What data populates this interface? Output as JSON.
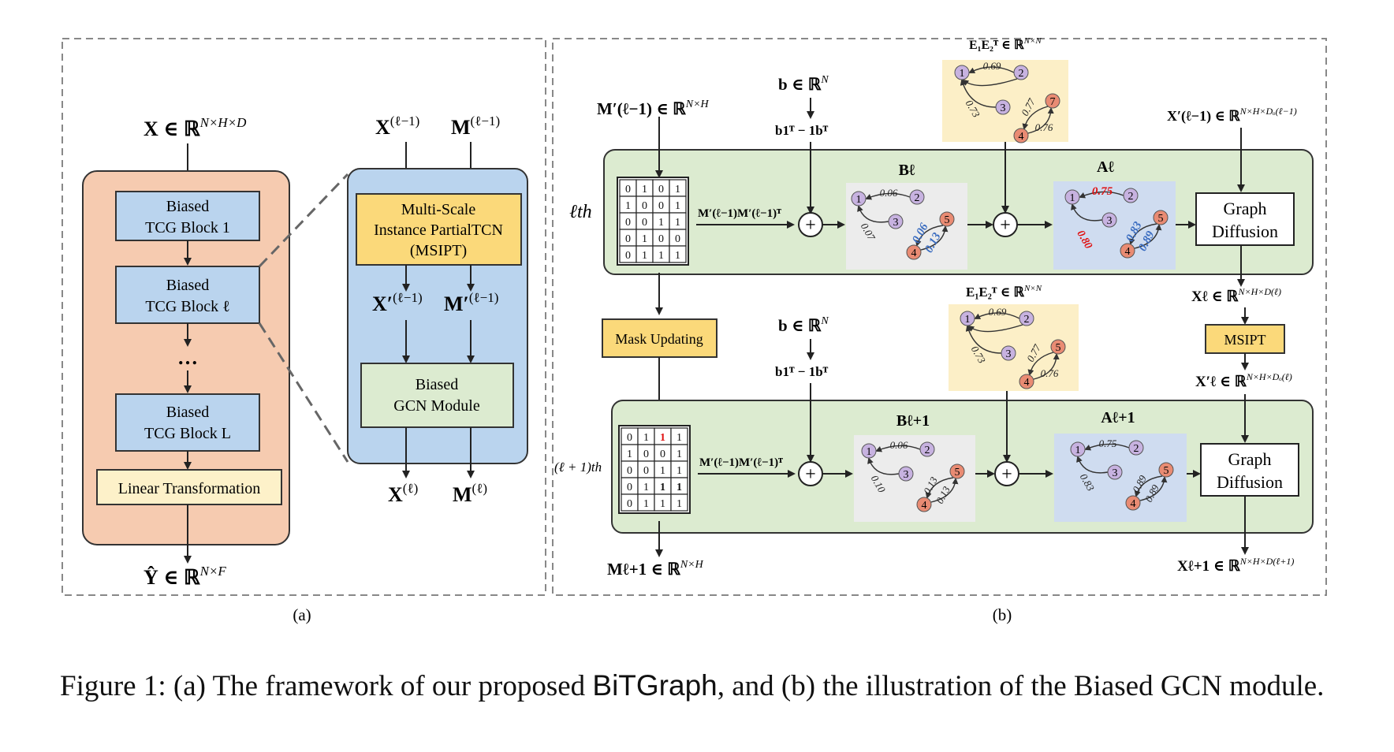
{
  "panel_a": {
    "label": "(a)",
    "input": "X ∈ ℝ",
    "input_sup": "N×H×D",
    "blocks": [
      {
        "line1": "Biased",
        "line2": "TCG Block 1"
      },
      {
        "line1": "Biased",
        "line2": "TCG Block ℓ"
      },
      {
        "line1": "Biased",
        "line2": "TCG Block L"
      }
    ],
    "ellipsis": "…",
    "linear": "Linear Transformation",
    "output": "Ŷ ∈ ℝ",
    "output_sup": "N×F",
    "zoom": {
      "in_x": "X",
      "in_x_sup": "(ℓ−1)",
      "in_m": "M",
      "in_m_sup": "(ℓ−1)",
      "msipt": [
        "Multi-Scale",
        "Instance PartialTCN",
        "(MSIPT)"
      ],
      "mid_x": "X′",
      "mid_x_sup": "(ℓ−1)",
      "mid_m": "M′",
      "mid_m_sup": "(ℓ−1)",
      "gcn": [
        "Biased",
        "GCN Module"
      ],
      "out_x": "X",
      "out_x_sup": "(ℓ)",
      "out_m": "M",
      "out_m_sup": "(ℓ)"
    }
  },
  "panel_b": {
    "label": "(b)",
    "layer_l": "ℓth",
    "layer_l1": "(ℓ + 1)th",
    "m_in": "M′(ℓ−1) ∈ ℝ",
    "m_in_sup": "N×H",
    "b_vec": "b ∈ ℝ",
    "b_vec_sup": "N",
    "b_outer": "b1ᵀ − 1bᵀ",
    "ee_top": "E₁E₂ᵀ ∈ ℝ",
    "ee_sup": "N×N",
    "x_in": "X′(ℓ−1) ∈ ℝ",
    "x_in_sup": "N×H×Dₒ(ℓ−1)",
    "mm_label": "M′(ℓ−1)M′(ℓ−1)ᵀ",
    "b_l": "Bℓ",
    "a_l": "Aℓ",
    "b_l1": "Bℓ+1",
    "a_l1": "Aℓ+1",
    "graph_diffusion": [
      "Graph",
      "Diffusion"
    ],
    "x_l": "Xℓ ∈ ℝ",
    "x_l_sup": "N×H×D(ℓ)",
    "mask_updating": "Mask Updating",
    "msipt": "MSIPT",
    "x_prime_l": "X′ℓ ∈ ℝ",
    "x_prime_l_sup": "N×H×Dₒ(ℓ)",
    "m_out": "Mℓ+1 ∈ ℝ",
    "m_out_sup": "N×H",
    "x_out": "Xℓ+1 ∈ ℝ",
    "x_out_sup": "N×H×D(ℓ+1)",
    "plus": "+",
    "mask_l": [
      [
        "0",
        "1",
        "0",
        "1"
      ],
      [
        "1",
        "0",
        "0",
        "1"
      ],
      [
        "0",
        "0",
        "1",
        "1"
      ],
      [
        "0",
        "1",
        "0",
        "0"
      ],
      [
        "0",
        "1",
        "1",
        "1"
      ]
    ],
    "mask_l1": [
      [
        "0",
        "1",
        "1",
        "1"
      ],
      [
        "1",
        "0",
        "0",
        "1"
      ],
      [
        "0",
        "0",
        "1",
        "1"
      ],
      [
        "0",
        "1",
        "1",
        "1"
      ],
      [
        "0",
        "1",
        "1",
        "1"
      ]
    ],
    "graphs": {
      "ee1": {
        "w12": "0.69",
        "w13": "0.73",
        "w37": "0.77",
        "w47": "0.76"
      },
      "b1": {
        "w12": "0.06",
        "w13": "0.07",
        "w54a": "0.06",
        "w54b": "0.13"
      },
      "a1": {
        "w12": "0.75",
        "w14": "0.80",
        "w35": "0.83",
        "w54": "0.89"
      },
      "ee2": {
        "w12": "0.69",
        "w13": "0.73",
        "w35": "0.77",
        "w45": "0.76"
      },
      "b2": {
        "w12": "0.06",
        "w13": "0.10",
        "w54a": "0.13",
        "w54b": "0.13"
      },
      "a2": {
        "w12": "0.75",
        "w14": "0.83",
        "w35": "0.89",
        "w54": "0.89"
      }
    }
  },
  "caption": {
    "prefix": "Figure 1: (a) The framework of our proposed ",
    "name": "BiTGraph",
    "suffix": ", and (b) the illustration of the Biased GCN module."
  },
  "colors": {
    "orange_panel": "#f6cbb0",
    "blue_block": "#bad4ee",
    "yellow_box": "#fbd97a",
    "cream_box": "#fdf1c9",
    "green_panel": "#dcebd0",
    "gray_graph": "#ececec",
    "blue_graph": "#cfdcf0",
    "yellow_graph": "#fcefc7",
    "purple_node": "#c7b2e0",
    "red_node": "#e98b73",
    "red_weight": "#e01010",
    "blue_weight": "#3a6cc0"
  }
}
